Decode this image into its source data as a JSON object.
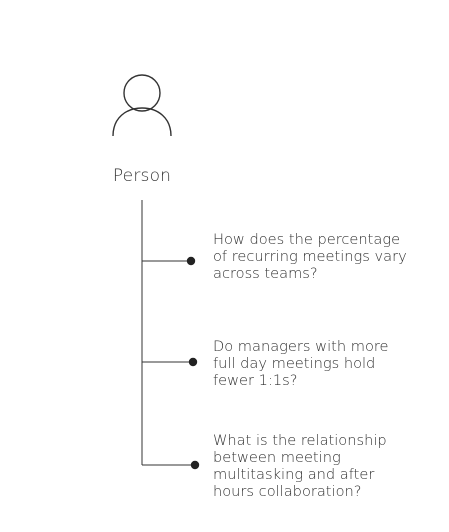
{
  "person": {
    "icon": "person-icon",
    "label": "Person"
  },
  "questions": [
    {
      "text": "How does the percentage\nof recurring meetings vary\nacross teams?"
    },
    {
      "text": "Do managers with more\nfull day meetings hold\nfewer 1:1s?"
    },
    {
      "text": "What is the relationship\nbetween meeting\nmultitasking and after\nhours collaboration?"
    }
  ],
  "colors": {
    "line": "#333333",
    "text": "#333333"
  }
}
